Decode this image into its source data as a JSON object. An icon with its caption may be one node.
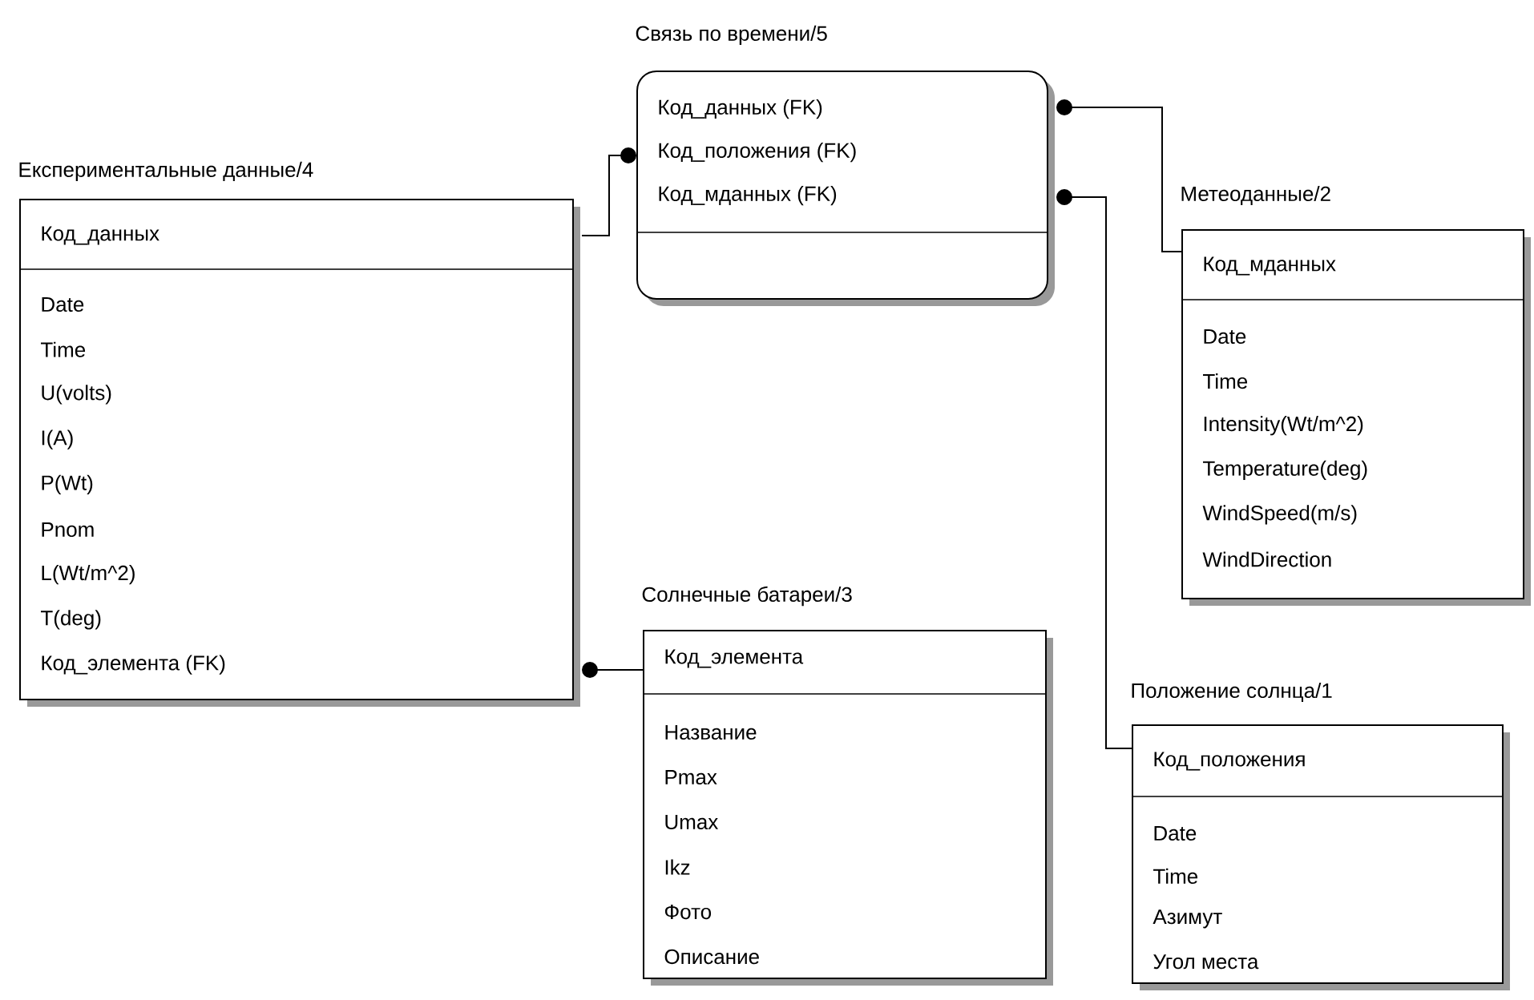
{
  "diagram": {
    "nodes": [
      {
        "text": [
          "Связь по времени/5",
          "Код_данных (FK)",
          "Код_положения (FK)",
          "Код_мданных (FK)"
        ]
      },
      {
        "text": [
          "Експериментальные данные/4",
          "Код_данных",
          "Date",
          "Time",
          "U(volts)",
          "I(A)",
          "P(Wt)",
          "Pnom",
          "L(Wt/m^2)",
          "T(deg)",
          "Код_элемента (FK)"
        ]
      },
      {
        "text": [
          "Метеоданные/2",
          "Код_мданных",
          "Date",
          "Time",
          "Intensity(Wt/m^2)",
          "Temperature(deg)",
          "WindSpeed(m/s)",
          "WindDirection"
        ]
      },
      {
        "text": [
          "Солнечные батареи/3",
          "Код_элемента",
          "Название",
          "Pmax",
          "Umax",
          "Ikz",
          "Фото",
          "Описание"
        ]
      },
      {
        "text": [
          "Положение солнца/1",
          "Код_положения",
          "Date",
          "Time",
          "Азимут",
          "Угол места"
        ]
      }
    ],
    "edges": [
      {
        "from": 1,
        "to": 0,
        "arrow": "other"
      },
      {
        "from": 2,
        "to": 0,
        "arrow": "other"
      },
      {
        "from": 4,
        "to": 0,
        "arrow": "other"
      },
      {
        "from": 3,
        "to": 1,
        "arrow": "other"
      }
    ]
  }
}
